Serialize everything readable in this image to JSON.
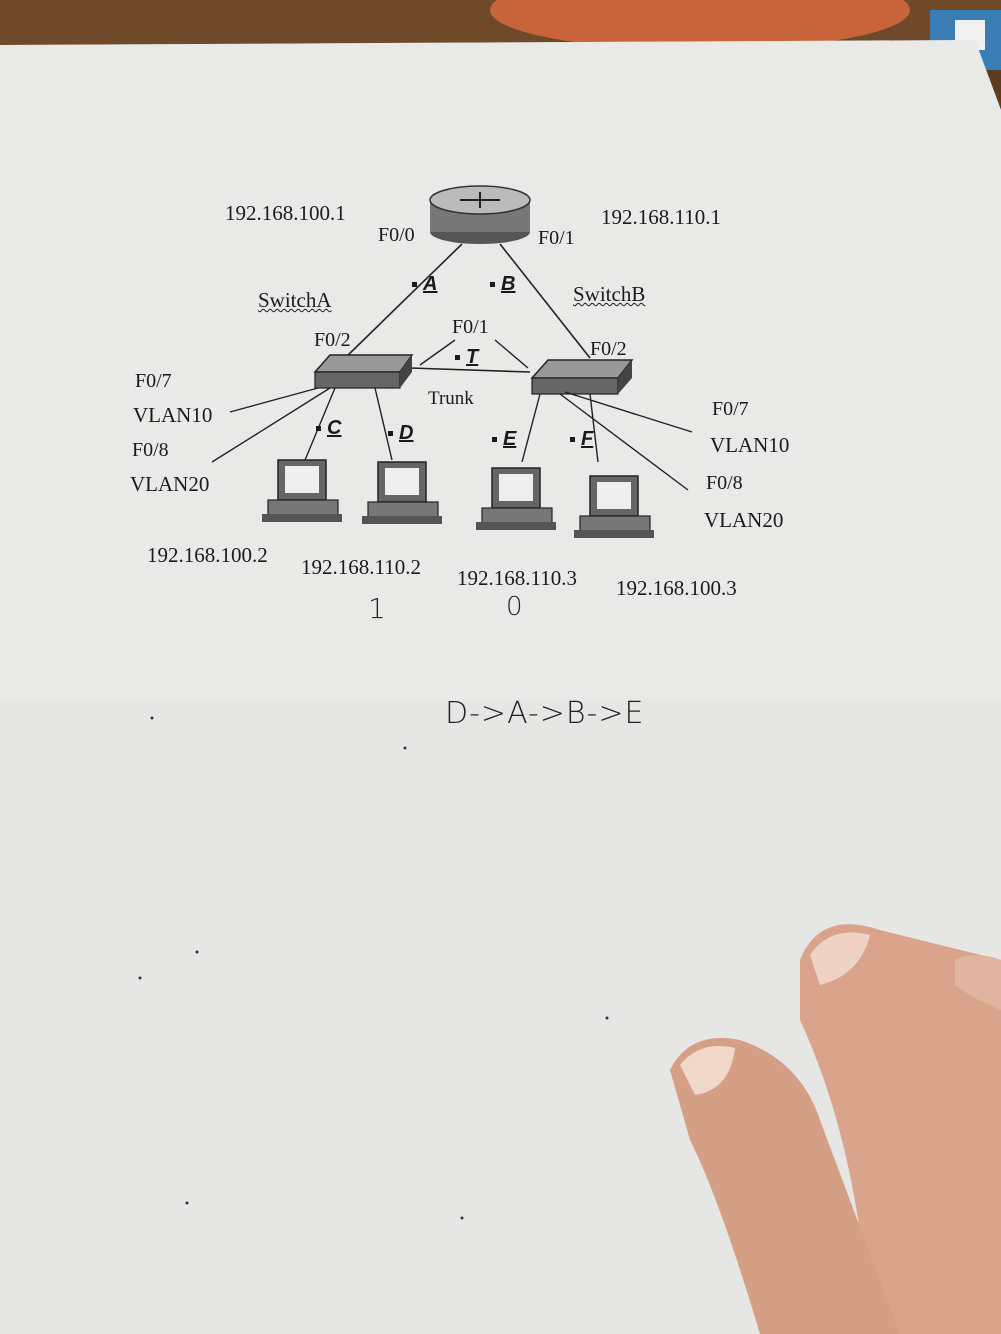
{
  "router": {
    "left_ip": "192.168.100.1",
    "right_ip": "192.168.110.1",
    "left_port": "F0/0",
    "right_port": "F0/1"
  },
  "switch_a": {
    "name": "SwitchA",
    "uplink_port": "F0/2",
    "trunk_port": "F0/1",
    "port_7": "F0/7",
    "vlan_7": "VLAN10",
    "port_8": "F0/8",
    "vlan_8": "VLAN20"
  },
  "switch_b": {
    "name": "SwitchB",
    "uplink_port": "F0/2",
    "port_7": "F0/7",
    "vlan_7": "VLAN10",
    "port_8": "F0/8",
    "vlan_8": "VLAN20"
  },
  "trunk_label": "Trunk",
  "segments": {
    "a": "A",
    "b": "B",
    "t": "T",
    "c": "C",
    "d": "D",
    "e": "E",
    "f": "F"
  },
  "hosts": [
    {
      "ip": "192.168.100.2"
    },
    {
      "ip": "192.168.110.2"
    },
    {
      "ip": "192.168.110.3"
    },
    {
      "ip": "192.168.100.3"
    }
  ],
  "handwriting": {
    "note_1": "1",
    "note_2": "0",
    "answer": "D->A->B->E"
  }
}
